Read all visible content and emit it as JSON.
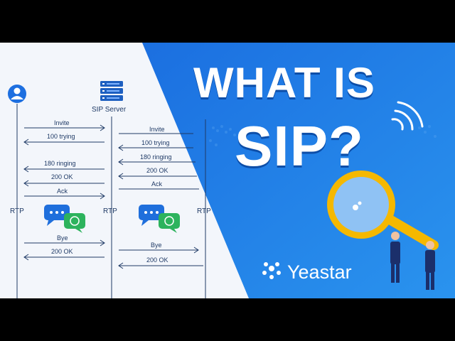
{
  "diagram": {
    "server_label": "SIP Server",
    "left_messages": [
      "Invite",
      "100 trying",
      "180 ringing",
      "200 OK",
      "Ack",
      "Bye",
      "200 OK"
    ],
    "right_messages": [
      "Invite",
      "100 trying",
      "180 ringing",
      "200 OK",
      "Ack",
      "Bye",
      "200 OK"
    ],
    "rtp_left": "RTP",
    "rtp_mid": "RTP",
    "rtp_right": "RTP"
  },
  "headline": {
    "line1": "WHAT IS",
    "line2": "SIP?"
  },
  "brand": {
    "name": "Yeastar"
  },
  "colors": {
    "blue_panel": "#1d7fe6",
    "diagram_ink": "#1f3a66",
    "chat_blue": "#1f6fdc",
    "chat_green": "#2db35d"
  }
}
